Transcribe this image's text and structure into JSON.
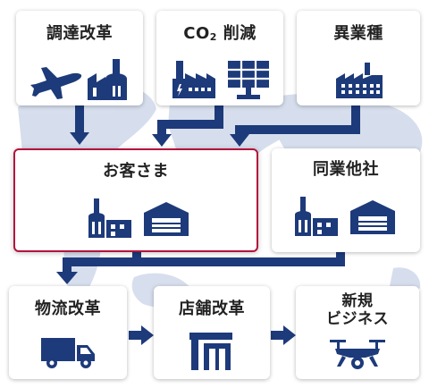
{
  "colors": {
    "navy": "#1d3a7a",
    "highlight_border": "#b3143c",
    "map": "#c7d1e6"
  },
  "boxes": {
    "procurement": {
      "label": "調達改革",
      "icons": [
        "airplane-icon",
        "factory-icon"
      ]
    },
    "co2": {
      "label_main": "CO",
      "label_sub": "2",
      "label_rest": " 削減",
      "icons": [
        "factory-icon",
        "solar-panel-icon"
      ]
    },
    "other_industry": {
      "label": "異業種",
      "icons": [
        "factory-icon"
      ]
    },
    "customer": {
      "label": "お客さま",
      "icons": [
        "factory-icon",
        "warehouse-icon"
      ]
    },
    "peers": {
      "label": "同業他社",
      "icons": [
        "factory-icon",
        "warehouse-icon"
      ]
    },
    "logistics": {
      "label": "物流改革",
      "icons": [
        "truck-icon"
      ]
    },
    "store": {
      "label": "店舗改革",
      "icons": [
        "store-icon"
      ]
    },
    "new_business": {
      "label_line1": "新規",
      "label_line2": "ビジネス",
      "icons": [
        "drone-icon"
      ]
    }
  }
}
